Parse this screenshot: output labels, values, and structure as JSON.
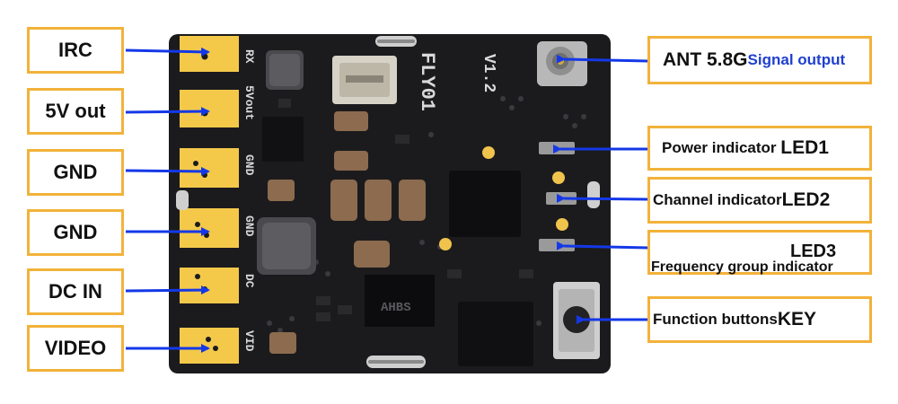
{
  "left_labels": [
    "IRC",
    "5V out",
    "GND",
    "GND",
    "DC IN",
    "VIDEO"
  ],
  "pcb_silkscreen": {
    "pad_labels": [
      "RX",
      "5Vout",
      "GND",
      "GND",
      "DC",
      "VID"
    ],
    "board_name": "FLY01",
    "version": "V1.2",
    "chip_marking": "AHBS"
  },
  "right_labels": {
    "ant": {
      "main": "ANT  5.8G",
      "sub": "Signal output"
    },
    "led1": {
      "desc": "Power indicator ",
      "id": "LED1"
    },
    "led2": {
      "desc": "Channel indicator",
      "id": "LED2"
    },
    "led3": {
      "id": "LED3",
      "desc": "Frequency group indicator"
    },
    "key": {
      "desc": "Function buttons",
      "id": "KEY"
    }
  },
  "colors": {
    "box_border": "#f2b23a",
    "arrow": "#1438e8",
    "pcb": "#1b1b1d",
    "pad_gold": "#f4c94a"
  }
}
